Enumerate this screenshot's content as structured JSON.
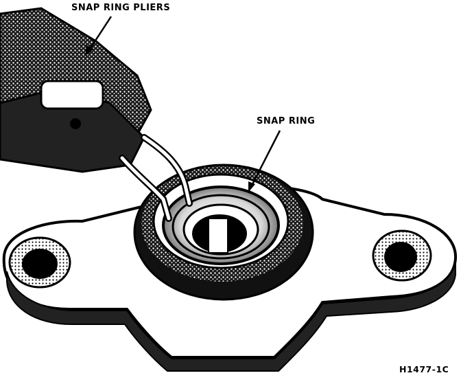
{
  "labels": {
    "snap_ring_pliers": "SNAP RING PLIERS",
    "snap_ring": "SNAP RING",
    "figure_id": "H1477-1C"
  }
}
